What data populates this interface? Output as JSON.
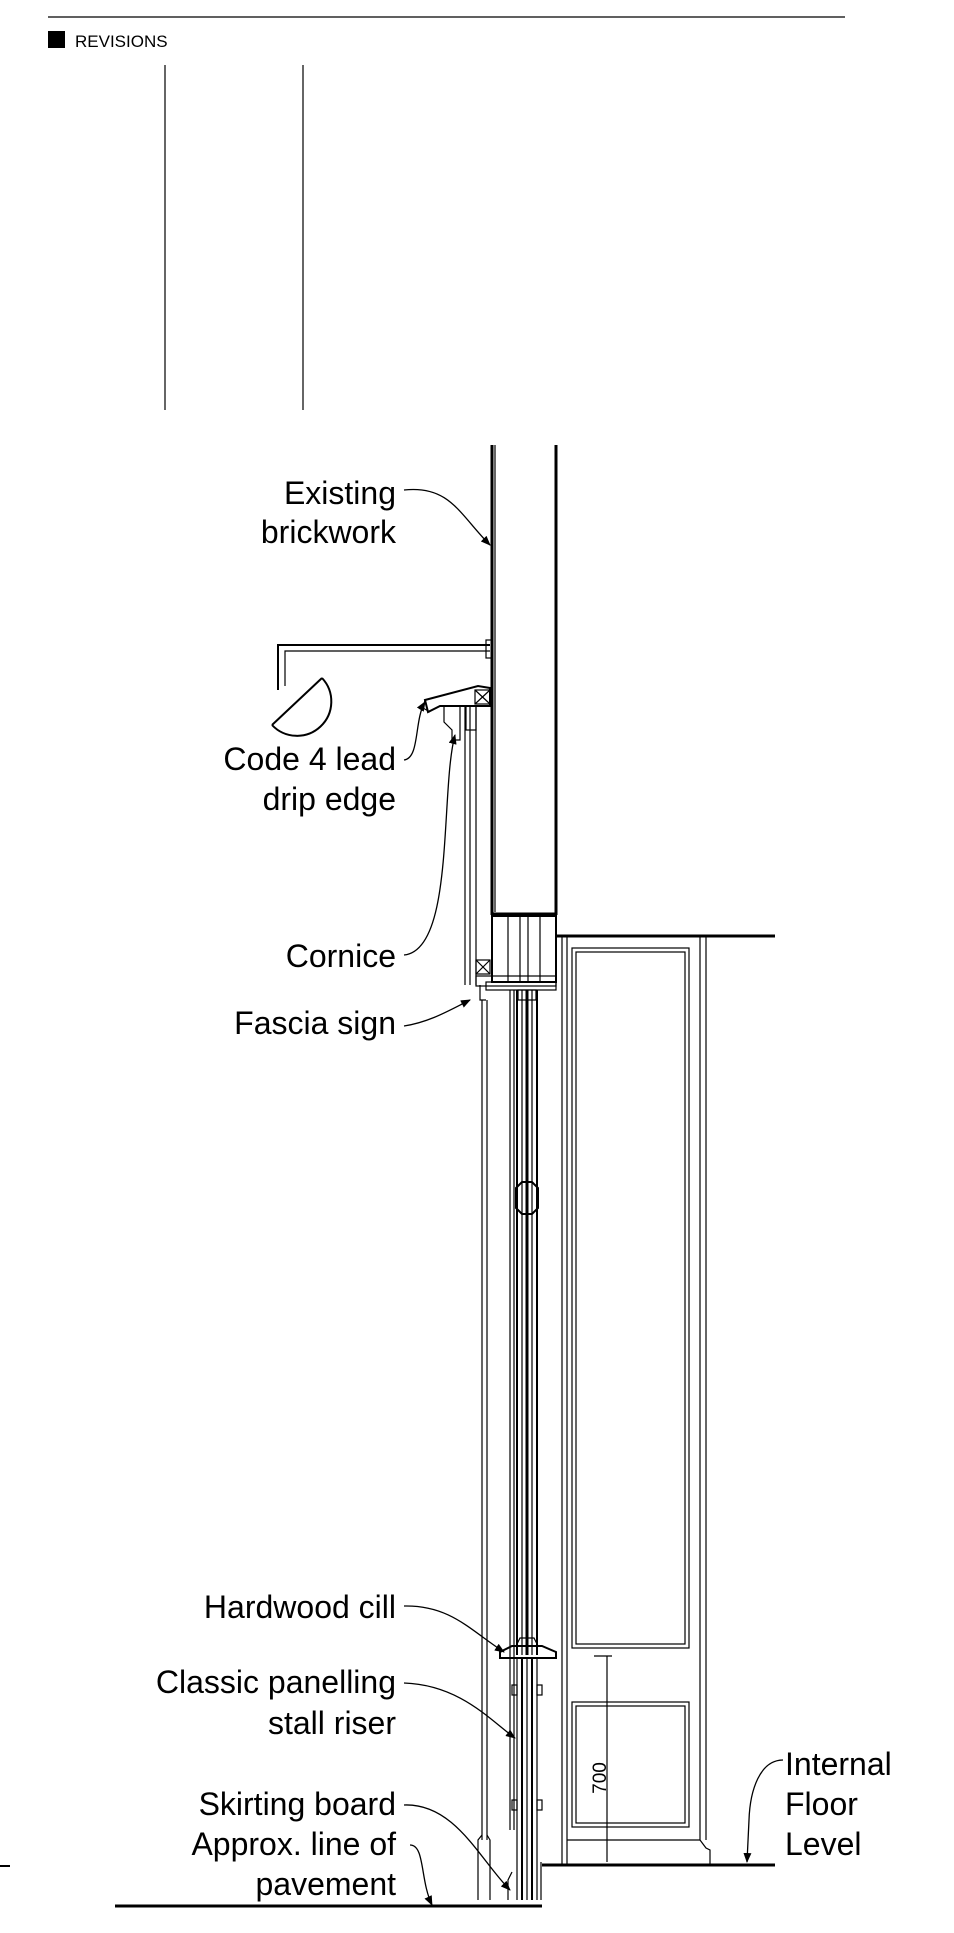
{
  "title_block": {
    "revisions_label": "REVISIONS"
  },
  "labels": {
    "existing_brickwork_1": "Existing",
    "existing_brickwork_2": "brickwork",
    "lead_drip_1": "Code 4 lead",
    "lead_drip_2": "drip edge",
    "cornice": "Cornice",
    "fascia_sign": "Fascia sign",
    "hardwood_cill": "Hardwood cill",
    "stall_riser_1": "Classic panelling",
    "stall_riser_2": "stall riser",
    "skirting_board": "Skirting board",
    "pavement_1": "Approx. line of",
    "pavement_2": "pavement",
    "internal_floor_1": "Internal",
    "internal_floor_2": "Floor",
    "internal_floor_3": "Level"
  },
  "dimensions": {
    "riser_height": "700"
  }
}
